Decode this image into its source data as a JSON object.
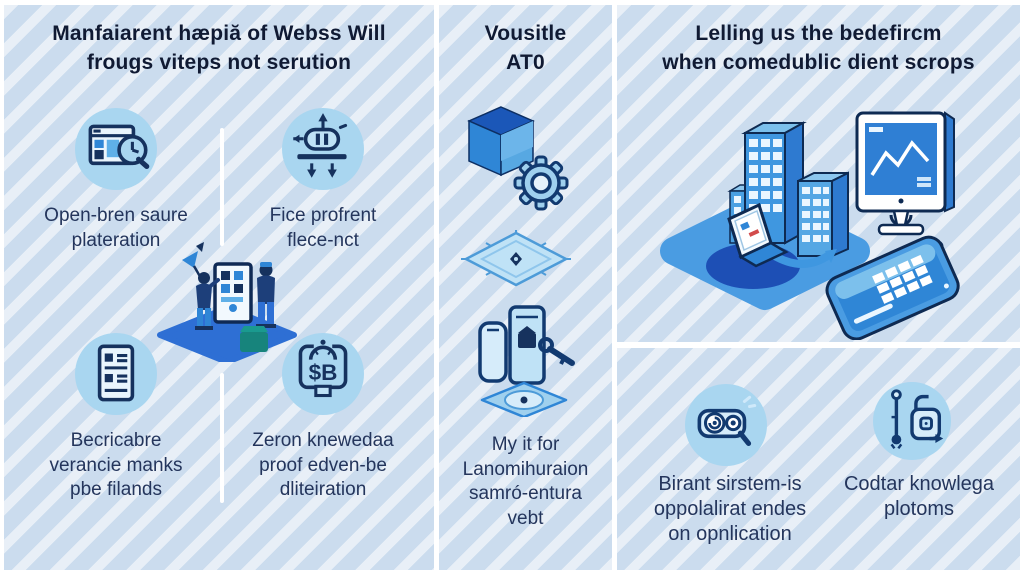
{
  "colors": {
    "background_base": "#cbdcee",
    "background_stripe": "#e0ecf7",
    "divider": "#ffffff",
    "icon_circle": "#a9d6f0",
    "glyph_navy": "#16325e",
    "glyph_blue": "#2f86d6",
    "title_text": "#101a33",
    "label_text": "#24355c"
  },
  "left_panel": {
    "title": "Manfaiarent hæpiă of Webss Will\nfrougs viteps not serution",
    "items": [
      {
        "label": "Open-bren saure\nplateration"
      },
      {
        "label": "Fice profrent\nflece-nct"
      },
      {
        "label": "Becricabre\nverancie manks\npbe filands"
      },
      {
        "label": "Zeron knewedaa\nproof edven-be\ndliteiration"
      }
    ]
  },
  "middle_panel": {
    "title": "Vousitle\nAT0",
    "caption": "My it for\nLanomihuraion\nsamró-entura\nvebt"
  },
  "right_panel": {
    "title": "Lelling us the bedefircm\nwhen comedublic dient scrops",
    "items": [
      {
        "label": "Birant sirstem-is\noppolalirat endes\non opnlication"
      },
      {
        "label": "Codtar knowlega\nplotoms"
      }
    ]
  }
}
